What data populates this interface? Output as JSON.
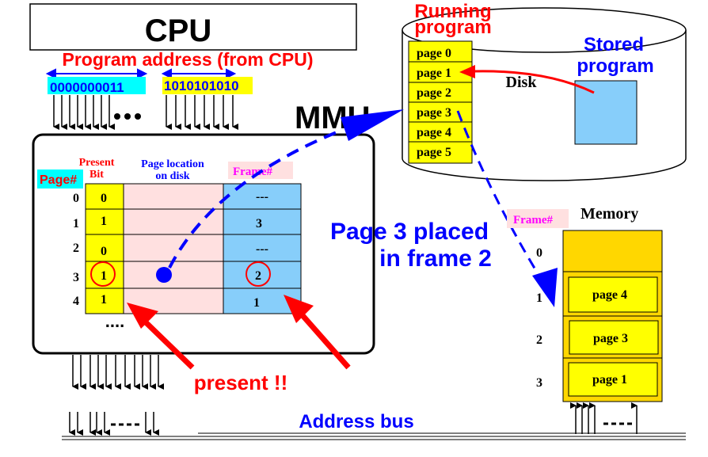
{
  "cpu": {
    "label": "CPU"
  },
  "program_address": {
    "label": "Program address (from CPU)",
    "page_bits": "0000000011",
    "offset_bits": "1010101010"
  },
  "mmu": {
    "label": "MMU"
  },
  "table_headers": {
    "page": "Page#",
    "present_bit_line1": "Present",
    "present_bit_line2": "Bit",
    "page_location_line1": "Page location",
    "page_location_line2": "on disk",
    "frame": "Frame#"
  },
  "page_table": [
    {
      "page": "0",
      "present": "0",
      "frame": "---"
    },
    {
      "page": "1",
      "present": "1",
      "frame": "3"
    },
    {
      "page": "2",
      "present": "0",
      "frame": "---"
    },
    {
      "page": "3",
      "present": "1",
      "frame": "2"
    },
    {
      "page": "4",
      "present": "1",
      "frame": "1"
    }
  ],
  "ellipsis": "....",
  "disk": {
    "running_program_line1": "Running",
    "running_program_line2": "program",
    "stored_program_line1": "Stored",
    "stored_program_line2": "program",
    "label": "Disk",
    "pages": [
      "page 0",
      "page 1",
      "page 2",
      "page 3",
      "page 4",
      "page 5"
    ]
  },
  "caption_line1": "Page 3 placed",
  "caption_line2": "in frame 2",
  "memory": {
    "label": "Memory",
    "frame_header": "Frame#",
    "frames": [
      {
        "frame": "0",
        "content": ""
      },
      {
        "frame": "1",
        "content": "page 4"
      },
      {
        "frame": "2",
        "content": "page 3"
      },
      {
        "frame": "3",
        "content": "page 1"
      }
    ]
  },
  "present_label": "present !!",
  "address_bus": "Address bus",
  "colors": {
    "red": "#ff0000",
    "blue": "#0000ff",
    "yellow": "#ffff00",
    "cyan": "#00ffff",
    "pink": "#ffe0e0",
    "light_blue": "#87cefa",
    "gold": "#ffd700",
    "magenta": "#ff00ff"
  }
}
